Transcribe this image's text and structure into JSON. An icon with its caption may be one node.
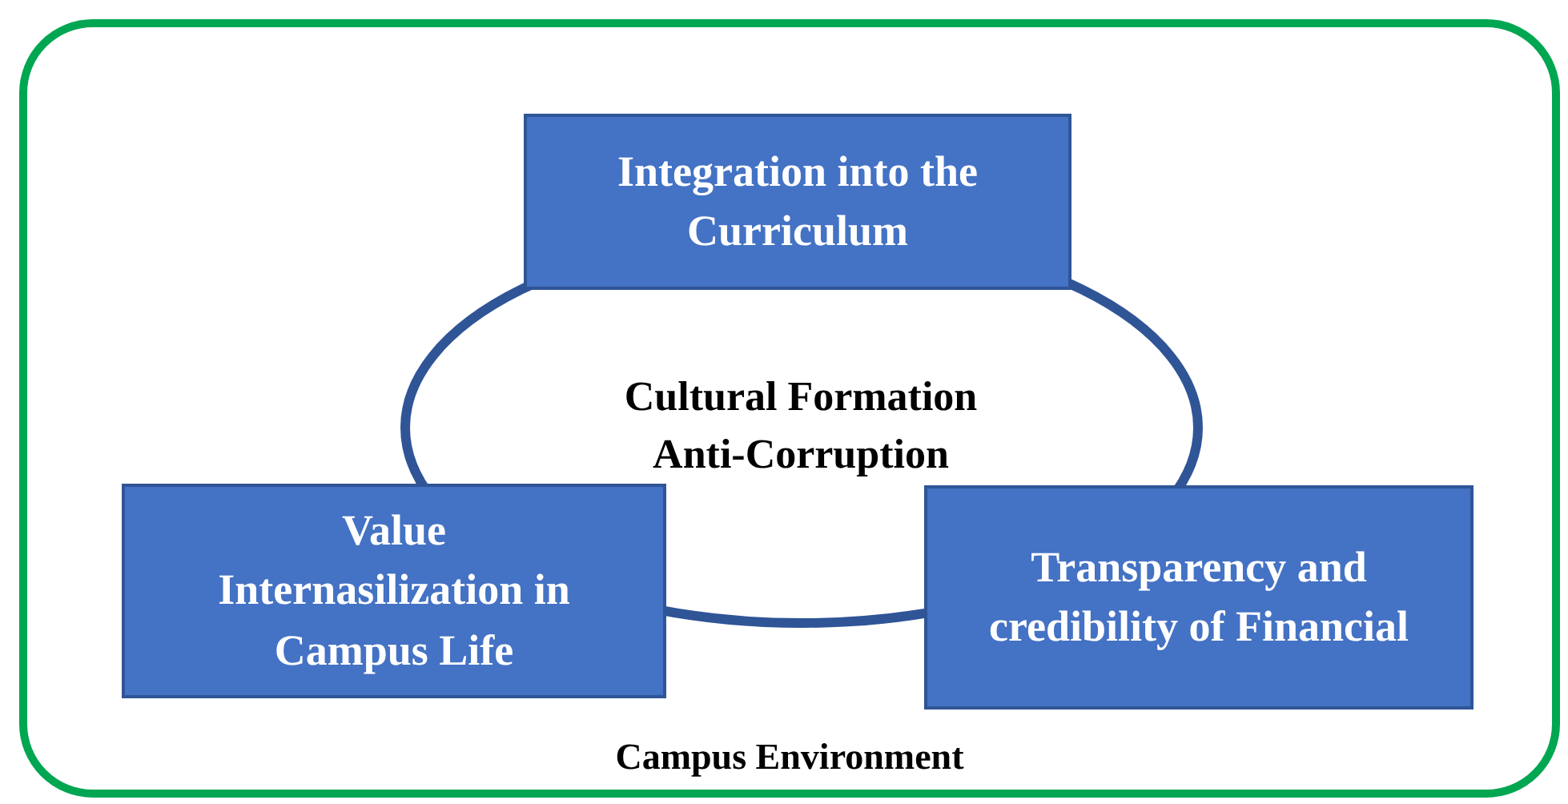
{
  "diagram": {
    "nodes": [
      {
        "text": [
          "Campus Environment"
        ]
      },
      {
        "text": [
          "Cultural Formation Anti-Corruption"
        ],
        "in": 0
      },
      {
        "text": [
          "Integration into the Curriculum"
        ],
        "in": 0
      },
      {
        "text": [
          "Value Internasilization in Campus Life"
        ],
        "in": 0
      },
      {
        "text": [
          "Transparency and credibility of Financial"
        ],
        "in": 0
      }
    ]
  }
}
